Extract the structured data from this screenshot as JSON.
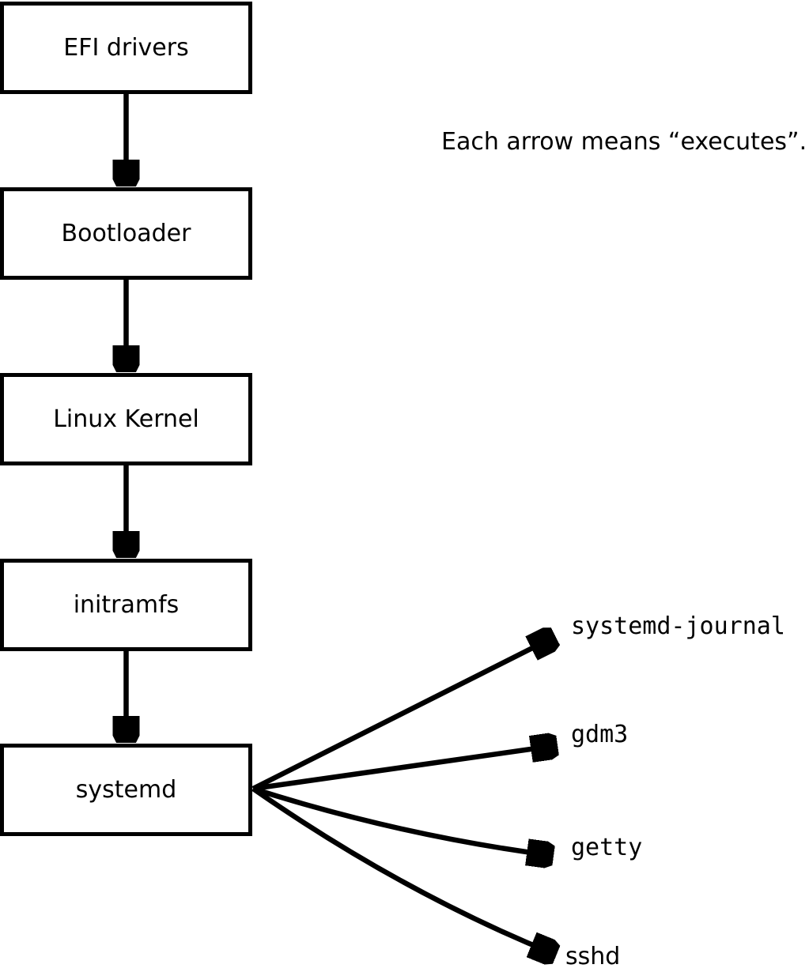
{
  "diagram": {
    "caption": "Each arrow means “executes”.",
    "arrow_meaning": "executes",
    "boxes": [
      {
        "id": "efi-drivers",
        "label": "EFI drivers"
      },
      {
        "id": "bootloader",
        "label": "Bootloader"
      },
      {
        "id": "linux-kernel",
        "label": "Linux Kernel"
      },
      {
        "id": "initramfs",
        "label": "initramfs"
      },
      {
        "id": "systemd",
        "label": "systemd"
      }
    ],
    "spawned_processes": [
      {
        "label": "systemd-journal"
      },
      {
        "label": "gdm3"
      },
      {
        "label": "getty"
      },
      {
        "label": "sshd"
      }
    ],
    "edges": [
      {
        "from": "EFI drivers",
        "to": "Bootloader"
      },
      {
        "from": "Bootloader",
        "to": "Linux Kernel"
      },
      {
        "from": "Linux Kernel",
        "to": "initramfs"
      },
      {
        "from": "initramfs",
        "to": "systemd"
      },
      {
        "from": "systemd",
        "to": "systemd-journal"
      },
      {
        "from": "systemd",
        "to": "gdm3"
      },
      {
        "from": "systemd",
        "to": "getty"
      },
      {
        "from": "systemd",
        "to": "sshd"
      }
    ],
    "colors": {
      "foreground": "#000000",
      "background": "#ffffff"
    }
  }
}
